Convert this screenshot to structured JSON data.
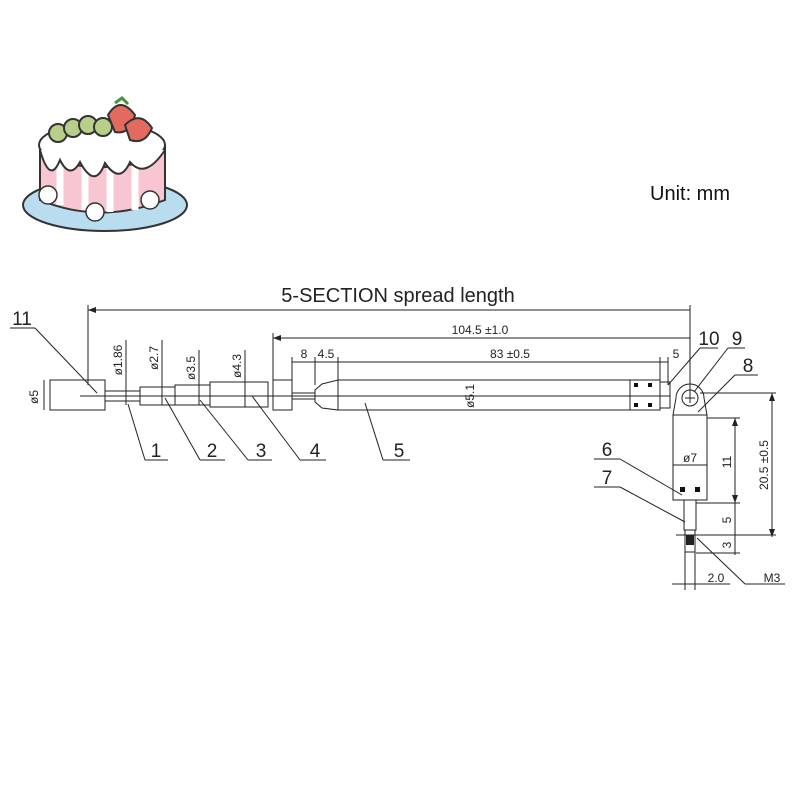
{
  "unit_label": "Unit: mm",
  "title": "5-SECTION spread length",
  "dimensions": {
    "overall_section": "104.5 ±1.0",
    "section5_length": "83 ±0.5",
    "d8": "8",
    "d4_5": "4.5",
    "d5_top": "5",
    "dia_cap": "ø5",
    "dia_1": "ø1.86",
    "dia_2": "ø2.7",
    "dia_3": "ø3.5",
    "dia_4": "ø4.3",
    "dia_5": "ø5.1",
    "dia_7": "ø7",
    "height_total": "20.5 ±0.5",
    "height_11": "11",
    "height_5": "5",
    "height_3": "3",
    "width_2": "2.0",
    "thread": "M3"
  },
  "part_labels": [
    "1",
    "2",
    "3",
    "4",
    "5",
    "6",
    "7",
    "8",
    "9",
    "10",
    "11"
  ],
  "logo": "cake"
}
